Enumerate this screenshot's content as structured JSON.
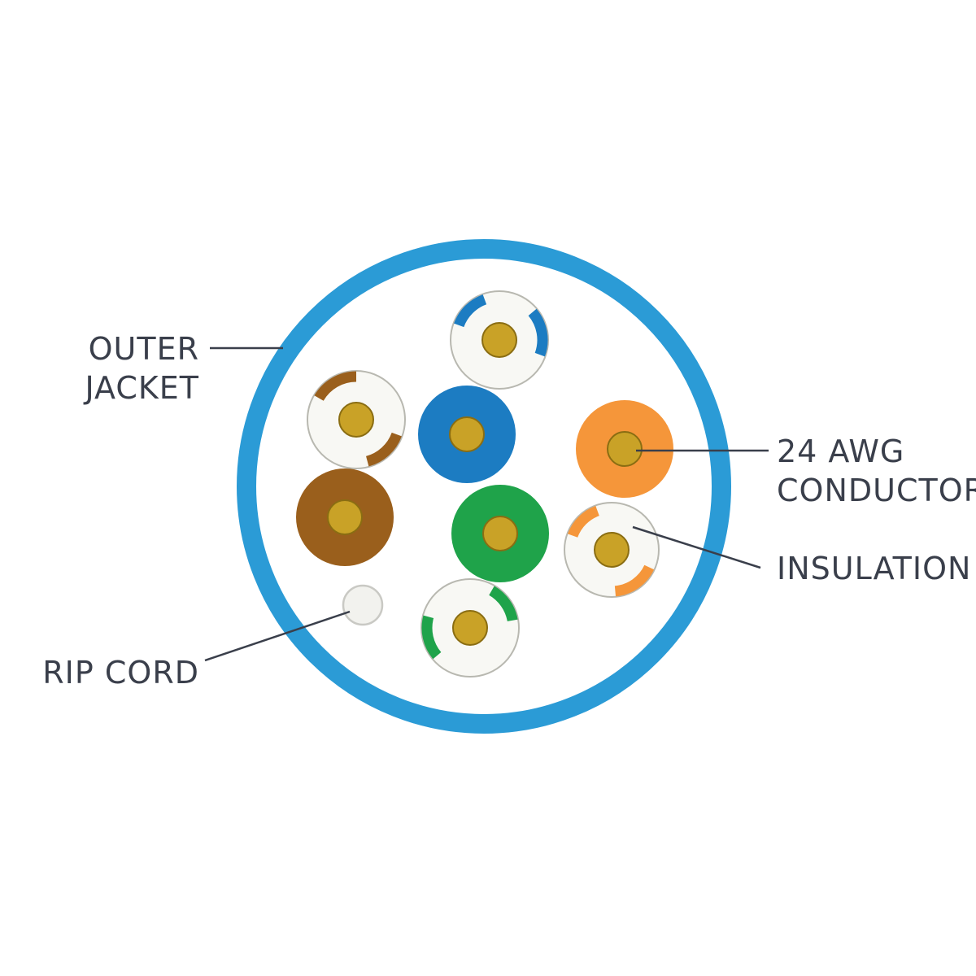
{
  "labels": {
    "outer_jacket_line1": "OUTER",
    "outer_jacket_line2": "JACKET",
    "conductor_line1": "24 AWG",
    "conductor_line2": "CONDUCTOR",
    "insulation": "INSULATION",
    "rip_cord": "RIP CORD"
  },
  "colors": {
    "jacket": "#2b9bd6",
    "conductor": "#c9a227",
    "blue": "#1c7cc2",
    "orange": "#f5963a",
    "green": "#1fa34a",
    "brown": "#9a5f1c",
    "white_insulation": "#f8f8f4",
    "rip_cord": "#f2f2ee",
    "label_text": "#3a3f4b"
  },
  "wires": [
    {
      "name": "white-blue",
      "color": "#1c7cc2",
      "striped": true
    },
    {
      "name": "blue",
      "color": "#1c7cc2",
      "striped": false
    },
    {
      "name": "white-brown",
      "color": "#9a5f1c",
      "striped": true
    },
    {
      "name": "brown",
      "color": "#9a5f1c",
      "striped": false
    },
    {
      "name": "green",
      "color": "#1fa34a",
      "striped": false
    },
    {
      "name": "white-green",
      "color": "#1fa34a",
      "striped": true
    },
    {
      "name": "orange",
      "color": "#f5963a",
      "striped": false
    },
    {
      "name": "white-orange",
      "color": "#f5963a",
      "striped": true
    }
  ]
}
